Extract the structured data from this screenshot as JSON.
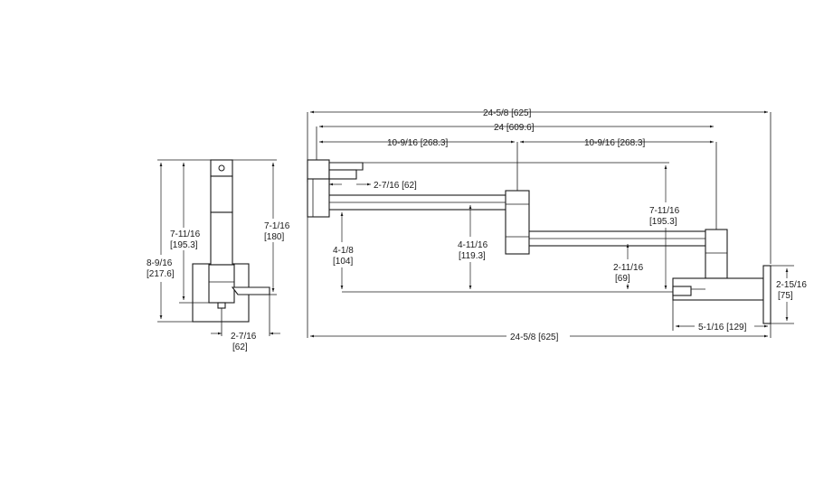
{
  "colors": {
    "line": "#1a1a1a",
    "background": "#ffffff"
  },
  "side_view": {
    "height_total": {
      "imperial": "8-9/16",
      "metric": "[217.6]"
    },
    "height_spout": {
      "imperial": "7-11/16",
      "metric": "[195.3]"
    },
    "height_handle": {
      "imperial": "7-1/16",
      "metric": "[180]"
    },
    "depth": {
      "imperial": "2-7/16",
      "metric": "[62]"
    }
  },
  "front_view": {
    "overall_top": "24-5/8  [625]",
    "reach": "24  [609.6]",
    "arm_left": "10-9/16 [268.3]",
    "arm_right": "10-9/16 [268.3]",
    "handle_width": "2-7/16  [62]",
    "height_right": {
      "imperial": "7-11/16",
      "metric": "[195.3]"
    },
    "drop_left": {
      "imperial": "4-1/8",
      "metric": "[104]"
    },
    "drop_mid": {
      "imperial": "4-11/16",
      "metric": "[119.3]"
    },
    "drop_right": {
      "imperial": "2-11/16",
      "metric": "[69]"
    },
    "plate_height": {
      "imperial": "2-15/16",
      "metric": "[75]"
    },
    "wall_offset": "5-1/16 [129]",
    "overall_bottom": "24-5/8   [625]"
  }
}
